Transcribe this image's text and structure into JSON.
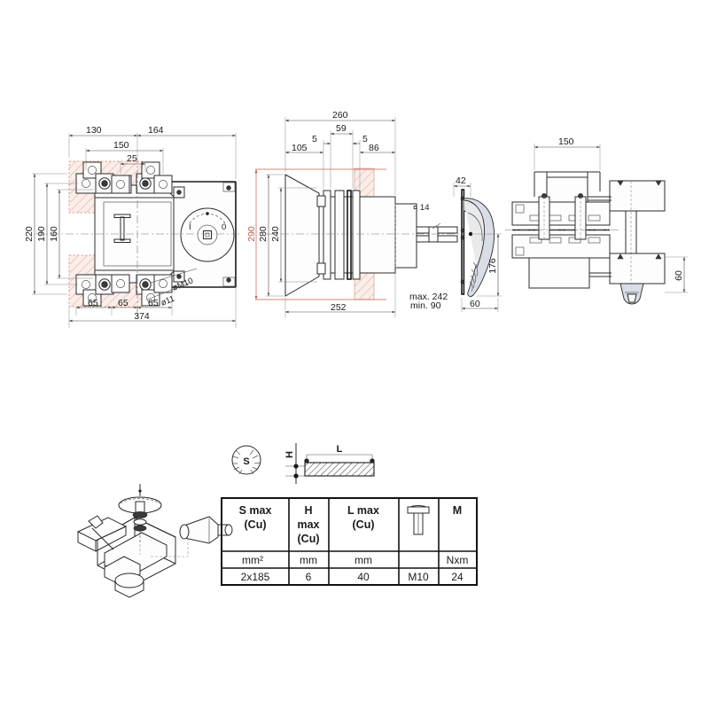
{
  "page": {
    "title": "Switch-disconnector dimensional drawing",
    "background_color": "#ffffff",
    "line_color": "#2b2b2b",
    "accent_color": "#c0614a"
  },
  "views": {
    "front": {
      "name": "front-view",
      "dimensions_top": [
        "130",
        "164",
        "150",
        "25"
      ],
      "dimensions_left": [
        "220",
        "190",
        "160"
      ],
      "dimensions_bottom": [
        "65",
        "65",
        "65",
        "374"
      ],
      "leader_labels": [
        "øM10",
        "ø11"
      ],
      "handle_marking": "I"
    },
    "side": {
      "name": "side-view",
      "dimensions_top": [
        "260",
        "59",
        "5",
        "5",
        "105",
        "86"
      ],
      "dimensions_left_red": "290",
      "dimensions_left": [
        "280",
        "240"
      ],
      "dimensions_bottom": [
        "252"
      ],
      "shaft_label": "¤ 14",
      "shaft_range": [
        "max. 242",
        "min. 90"
      ],
      "handle_dims": [
        "42",
        "176",
        "60"
      ]
    },
    "rear": {
      "name": "rear-view",
      "dimensions_top": [
        "150"
      ],
      "dimensions_right": [
        "60"
      ]
    }
  },
  "legend": {
    "cable_symbol": "S",
    "bar_labels": {
      "height": "H",
      "length": "L"
    }
  },
  "table": {
    "name": "terminal-capacity-table",
    "headers": [
      {
        "line1": "S max",
        "line2": "(Cu)",
        "line3": ""
      },
      {
        "line1": "H",
        "line2": "max",
        "line3": "(Cu)"
      },
      {
        "line1": "L max",
        "line2": "(Cu)",
        "line3": ""
      },
      {
        "line1": "",
        "line2": "",
        "line3": "",
        "icon": "bolt-icon"
      },
      {
        "line1": "M",
        "line2": "",
        "line3": ""
      }
    ],
    "units_row": [
      "mm²",
      "mm",
      "mm",
      "",
      "Nxm"
    ],
    "values_row": [
      "2x185",
      "6",
      "40",
      "M10",
      "24"
    ]
  },
  "chart_data": {
    "type": "table",
    "title": "Terminal connection capacity",
    "columns": [
      "S max (Cu)",
      "H max (Cu)",
      "L max (Cu)",
      "Bolt",
      "M"
    ],
    "units": [
      "mm2",
      "mm",
      "mm",
      "",
      "Nxm"
    ],
    "rows": [
      [
        "2x185",
        "6",
        "40",
        "M10",
        "24"
      ]
    ]
  }
}
